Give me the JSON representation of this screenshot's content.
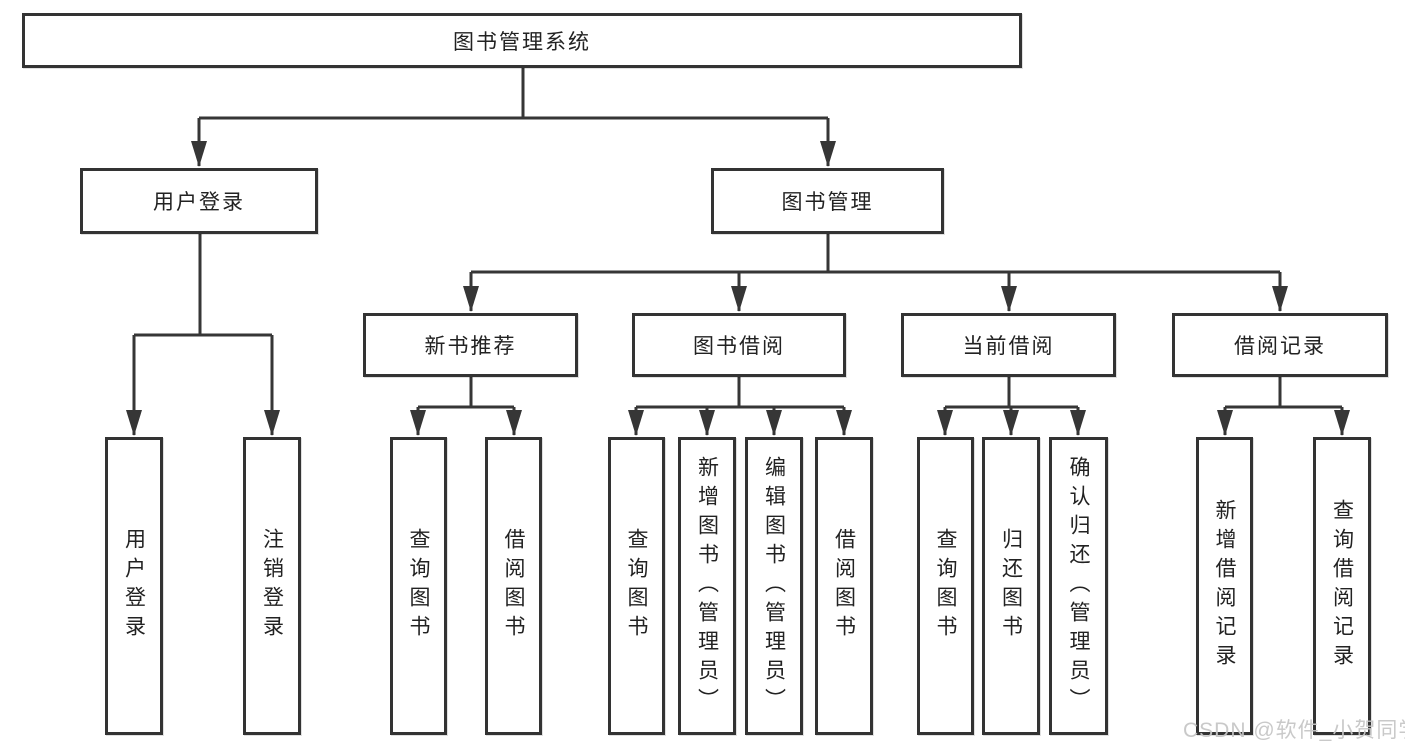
{
  "tree": {
    "root": {
      "label": "图书管理系统"
    },
    "branches": [
      {
        "label": "用户登录",
        "children": [
          {
            "label": "用户登录"
          },
          {
            "label": "注销登录"
          }
        ]
      },
      {
        "label": "图书管理",
        "groups": [
          {
            "label": "新书推荐",
            "children": [
              {
                "label": "查询图书"
              },
              {
                "label": "借阅图书"
              }
            ]
          },
          {
            "label": "图书借阅",
            "children": [
              {
                "label": "查询图书"
              },
              {
                "label": "新增图书（管理员）"
              },
              {
                "label": "编辑图书（管理员）"
              },
              {
                "label": "借阅图书"
              }
            ]
          },
          {
            "label": "当前借阅",
            "children": [
              {
                "label": "查询图书"
              },
              {
                "label": "归还图书"
              },
              {
                "label": "确认归还（管理员）"
              }
            ]
          },
          {
            "label": "借阅记录",
            "children": [
              {
                "label": "新增借阅记录"
              },
              {
                "label": "查询借阅记录"
              }
            ]
          }
        ]
      }
    ]
  },
  "watermark": {
    "text": "CSDN @软件_小贺同学"
  },
  "colors": {
    "line": "#363636",
    "box_border": "#333333",
    "box_bg": "#ffffff",
    "text": "#222222",
    "watermark": "#c6c6c6",
    "background": "#ffffff"
  }
}
